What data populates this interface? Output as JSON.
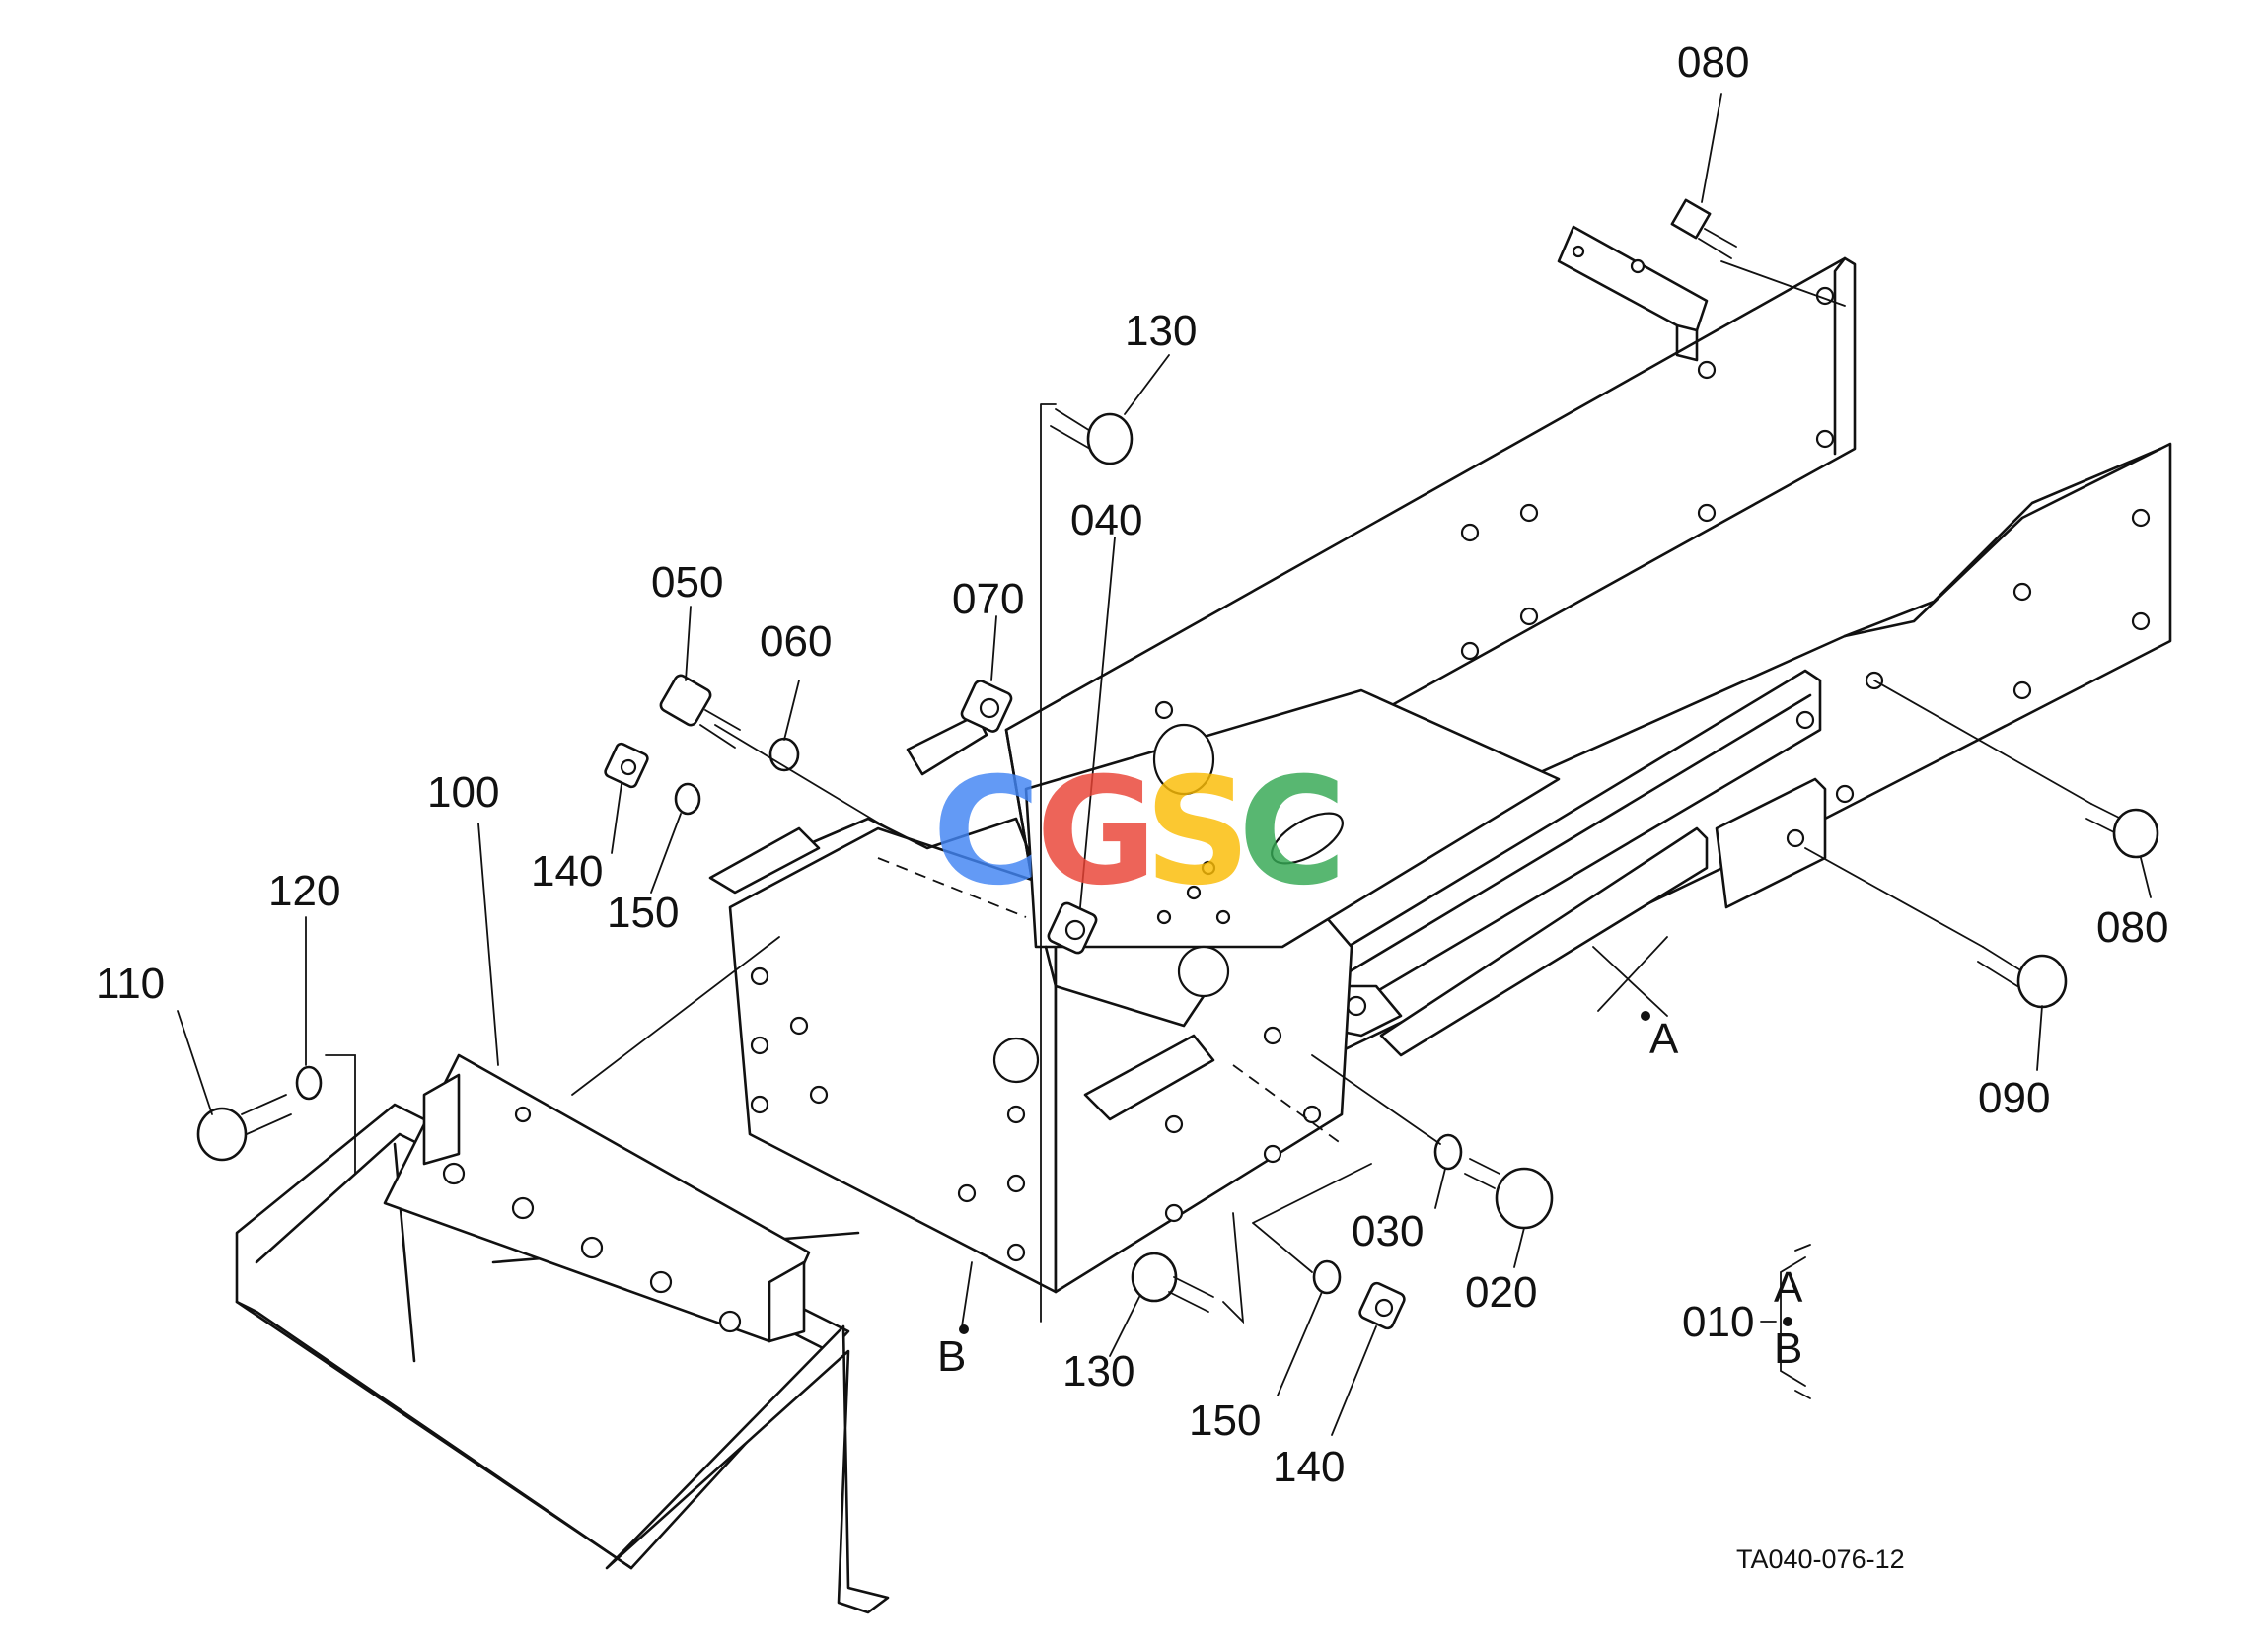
{
  "callouts": [
    {
      "id": "c080-top",
      "text": "080"
    },
    {
      "id": "c130-top",
      "text": "130"
    },
    {
      "id": "c040",
      "text": "040"
    },
    {
      "id": "c050",
      "text": "050"
    },
    {
      "id": "c060",
      "text": "060"
    },
    {
      "id": "c070",
      "text": "070"
    },
    {
      "id": "c100",
      "text": "100"
    },
    {
      "id": "c120",
      "text": "120"
    },
    {
      "id": "c110",
      "text": "110"
    },
    {
      "id": "c140-left",
      "text": "140"
    },
    {
      "id": "c150-left",
      "text": "150"
    },
    {
      "id": "c080-right",
      "text": "080"
    },
    {
      "id": "c090",
      "text": "090"
    },
    {
      "id": "cA",
      "text": "A"
    },
    {
      "id": "c030",
      "text": "030"
    },
    {
      "id": "c020",
      "text": "020"
    },
    {
      "id": "cB",
      "text": "B"
    },
    {
      "id": "c130-bottom",
      "text": "130"
    },
    {
      "id": "c150-bottom",
      "text": "150"
    },
    {
      "id": "c140-bottom",
      "text": "140"
    }
  ],
  "assembly_key": {
    "number": "010",
    "part_a": "A",
    "part_b": "B"
  },
  "reference_code": "TA040-076-12",
  "watermark": {
    "letters": [
      "C",
      "G",
      "S",
      "C"
    ],
    "colors": [
      "#4285F4",
      "#EA4335",
      "#FBBC05",
      "#34A853"
    ]
  }
}
